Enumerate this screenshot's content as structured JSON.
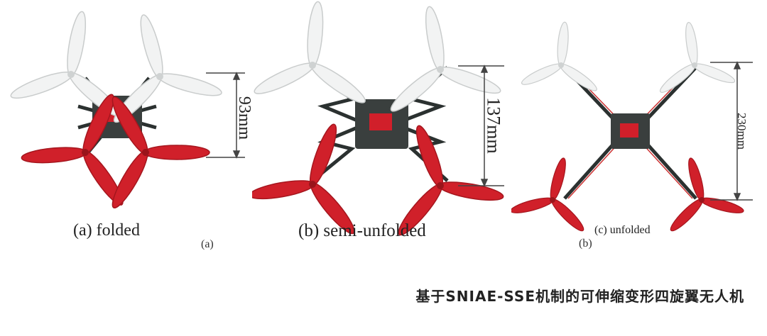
{
  "panels": [
    {
      "caption": "(a) folded",
      "dimension": "93mm",
      "ghost": "(a)"
    },
    {
      "caption": "(b) semi-unfolded",
      "dimension": "137mm"
    },
    {
      "caption": "(c) unfolded",
      "dimension": "230mm",
      "ghost": "(b)"
    }
  ],
  "footer_title": "基于SNIAE-SSE机制的可伸缩变形四旋翼无人机",
  "colors": {
    "rotor_white": "#f2f3f3",
    "rotor_red": "#d0202a",
    "frame": "#2b3130"
  }
}
